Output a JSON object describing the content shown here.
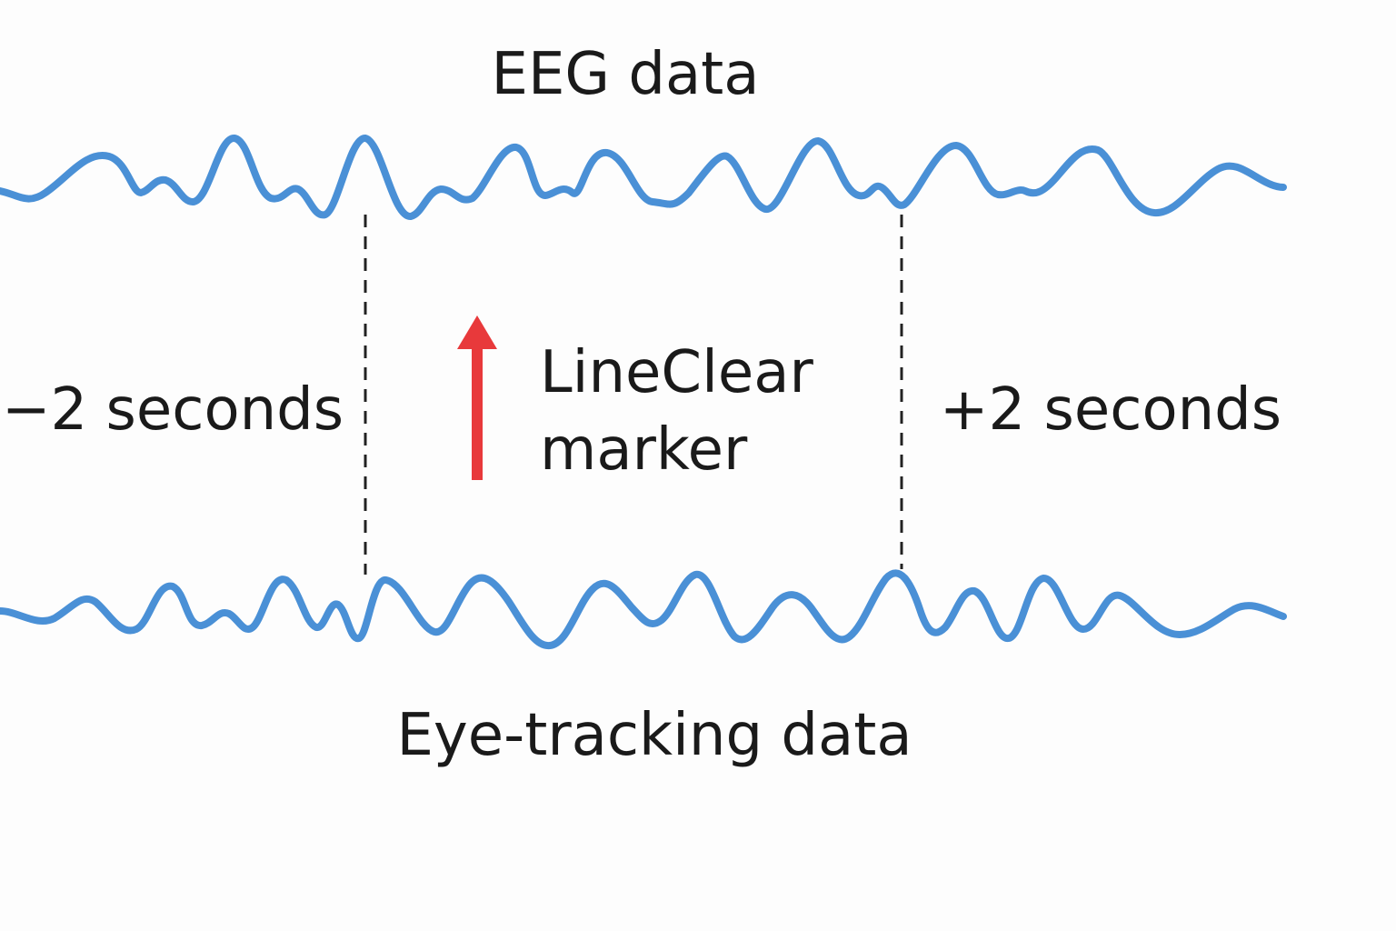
{
  "eeg": {
    "label": "EEG data"
  },
  "eye_tracking": {
    "label": "Eye-tracking data"
  },
  "window": {
    "before_label": "−2 seconds",
    "after_label": "+2 seconds"
  },
  "marker": {
    "label_line1": "LineClear",
    "label_line2": "marker",
    "color": "#e8393b"
  },
  "colors": {
    "signal": "#4a90d6",
    "text": "#1a1a1a",
    "boundary": "#222222"
  }
}
